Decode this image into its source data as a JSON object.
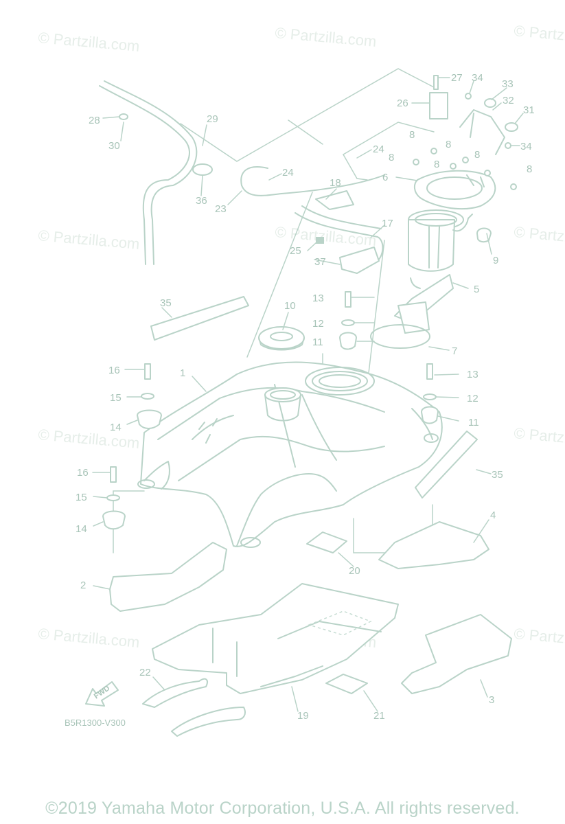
{
  "watermark": "© Partzilla.com",
  "copyright": "©2019 Yamaha Motor Corporation, U.S.A. All rights reserved.",
  "diagram_code": "B5R1300-V300",
  "fwd_label": "FWD",
  "callouts": [
    "1",
    "2",
    "3",
    "4",
    "5",
    "6",
    "7",
    "8",
    "9",
    "10",
    "11",
    "12",
    "13",
    "14",
    "15",
    "16",
    "17",
    "18",
    "19",
    "20",
    "21",
    "22",
    "23",
    "24",
    "25",
    "26",
    "27",
    "28",
    "29",
    "30",
    "31",
    "32",
    "33",
    "34",
    "35",
    "36",
    "37"
  ]
}
